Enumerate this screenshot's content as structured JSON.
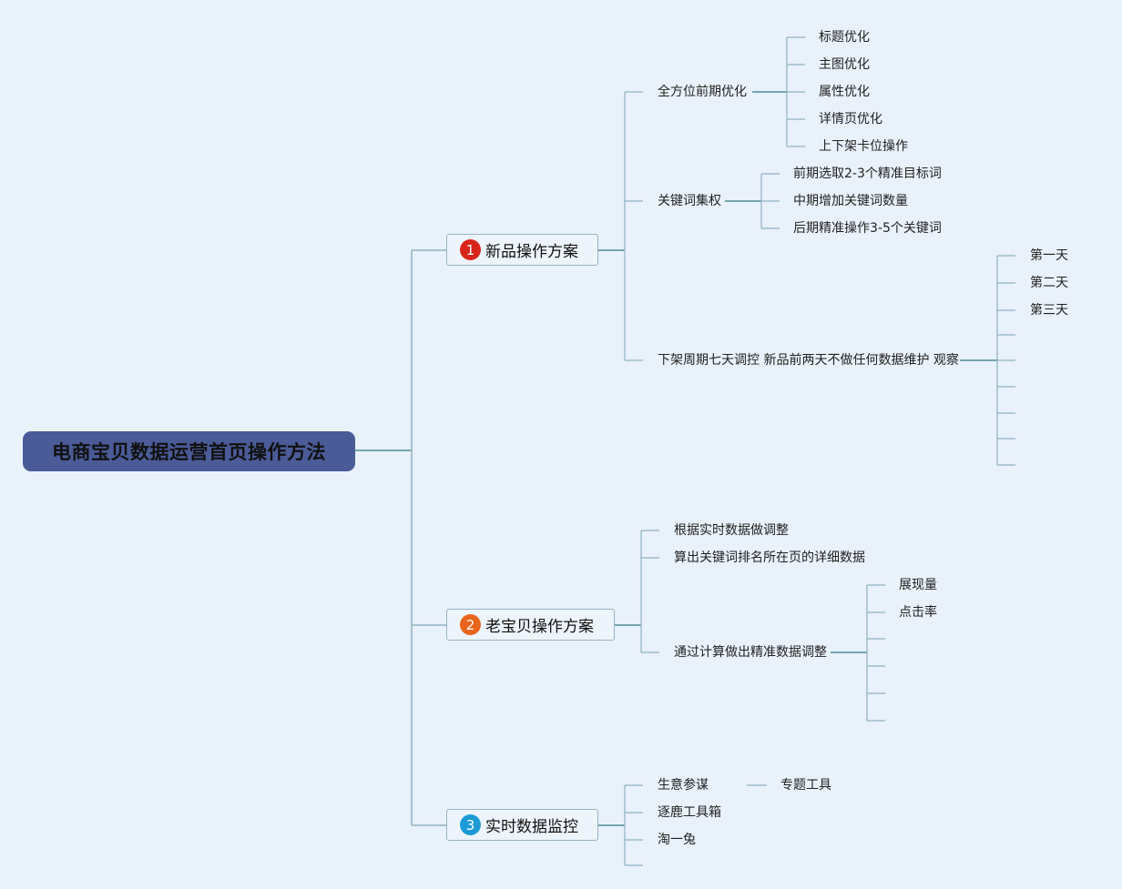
{
  "root": {
    "title": "电商宝贝数据运营首页操作方法"
  },
  "branches": [
    {
      "num": "1",
      "color": "#d8251a",
      "label": "新品操作方案",
      "children": [
        {
          "label": "全方位前期优化",
          "children": [
            "标题优化",
            "主图优化",
            "属性优化",
            "详情页优化",
            "上下架卡位操作"
          ]
        },
        {
          "label": "关键词集权",
          "children": [
            "前期选取2-3个精准目标词",
            "中期增加关键词数量",
            "后期精准操作3-5个关键词"
          ]
        },
        {
          "label": "下架周期七天调控 新品前两天不做任何数据维护 观察",
          "children": [
            "第一天",
            "第二天",
            "第三天",
            "",
            "",
            "",
            "",
            "",
            ""
          ]
        }
      ]
    },
    {
      "num": "2",
      "color": "#e8651d",
      "label": "老宝贝操作方案",
      "children": [
        {
          "label": "根据实时数据做调整",
          "children": []
        },
        {
          "label": "算出关键词排名所在页的详细数据",
          "children": []
        },
        {
          "label": "通过计算做出精准数据调整",
          "children": [
            "展现量",
            "点击率",
            "",
            "",
            "",
            ""
          ]
        }
      ]
    },
    {
      "num": "3",
      "color": "#1e9bd7",
      "label": "实时数据监控",
      "children": [
        {
          "label": "生意参谋",
          "children": [
            "专题工具"
          ]
        },
        {
          "label": "逐鹿工具箱",
          "children": []
        },
        {
          "label": "淘一兔",
          "children": []
        },
        {
          "label": "",
          "children": []
        }
      ]
    }
  ]
}
